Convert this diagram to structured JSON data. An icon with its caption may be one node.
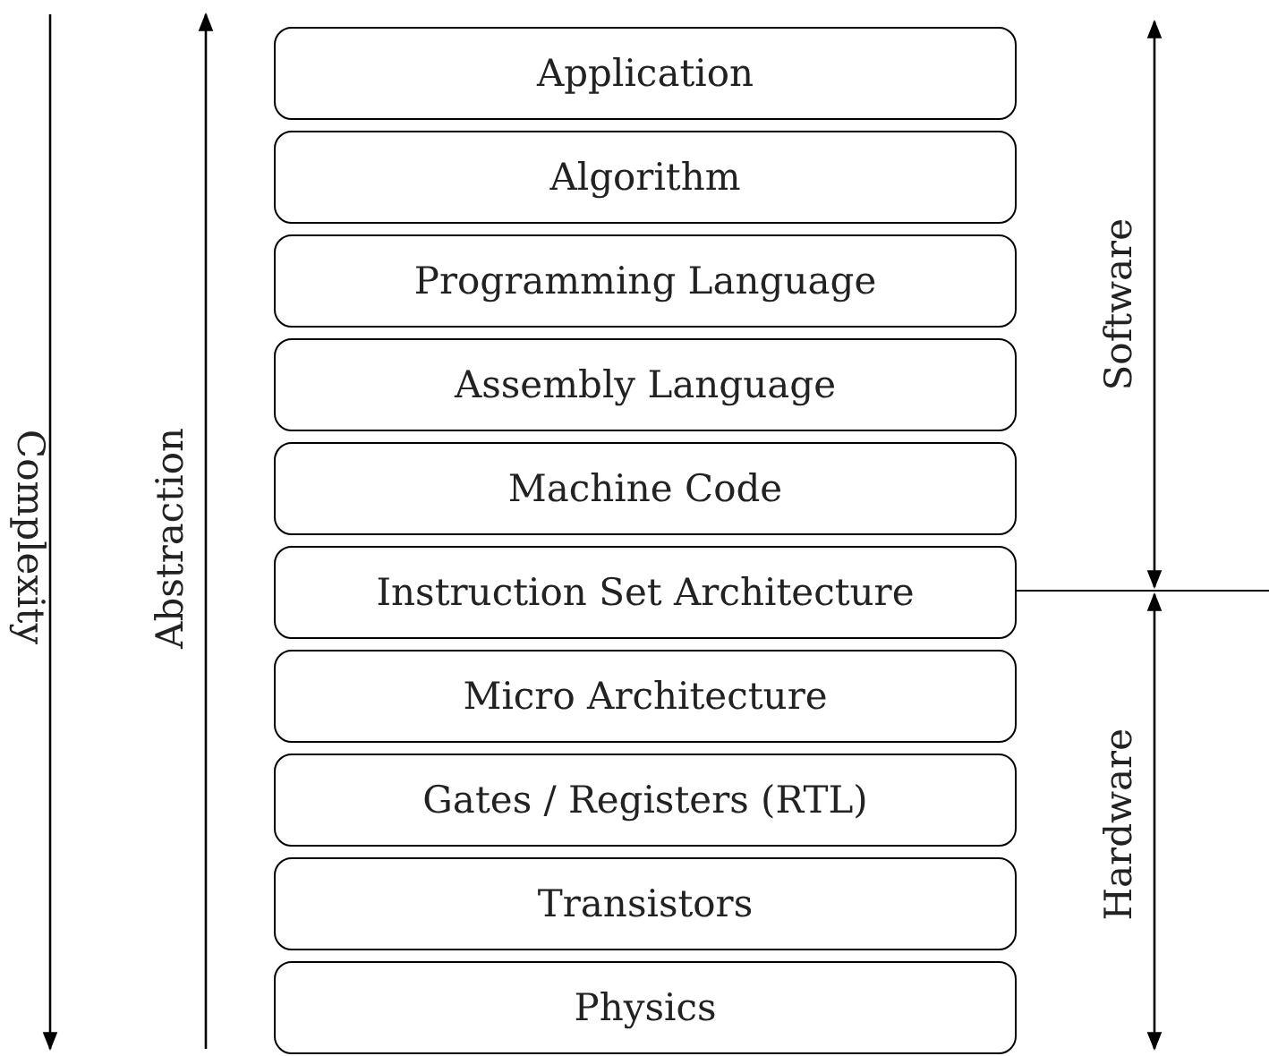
{
  "diagram": {
    "nodes": [
      {
        "text": [
          "Application"
        ]
      },
      {
        "text": [
          "Algorithm"
        ]
      },
      {
        "text": [
          "Programming Language"
        ]
      },
      {
        "text": [
          "Assembly Language"
        ]
      },
      {
        "text": [
          "Machine Code"
        ]
      },
      {
        "text": [
          "Instruction Set Architecture"
        ]
      },
      {
        "text": [
          "Micro Architecture"
        ]
      },
      {
        "text": [
          "Gates / Registers (RTL)"
        ]
      },
      {
        "text": [
          "Transistors"
        ]
      },
      {
        "text": [
          "Physics"
        ]
      }
    ],
    "labels": [
      "Complexity",
      "Abstraction",
      "Software",
      "Hardware"
    ]
  }
}
